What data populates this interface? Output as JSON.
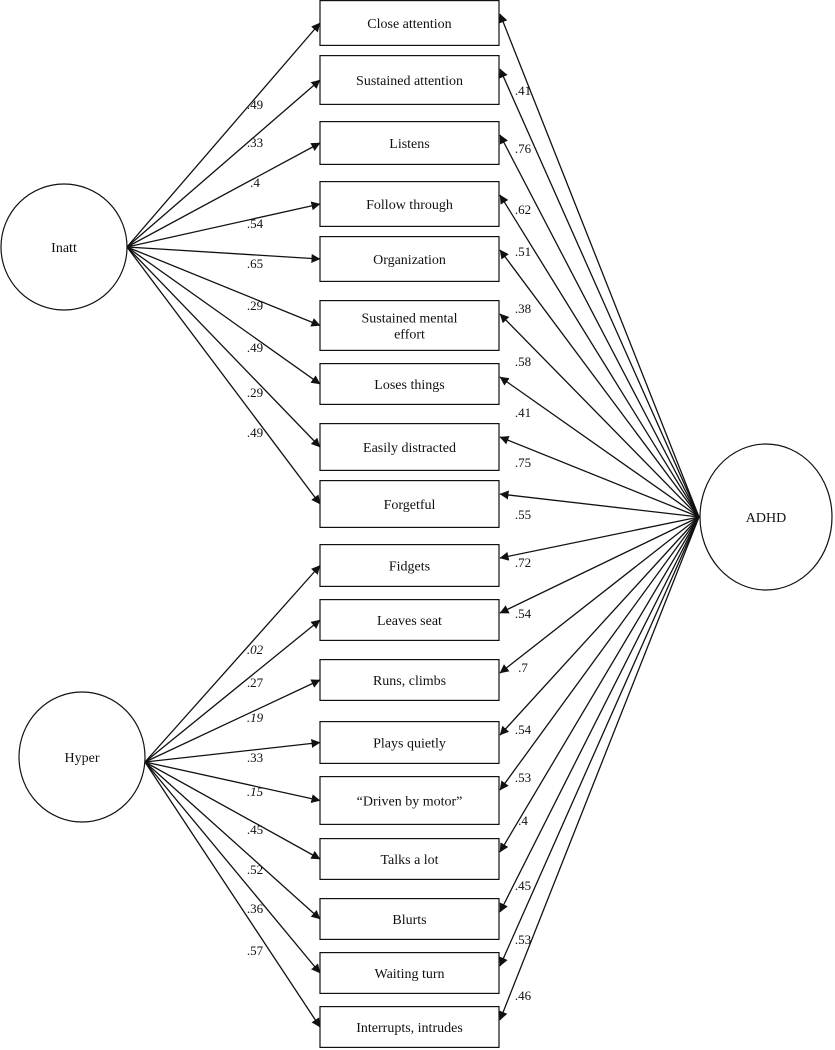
{
  "latents": {
    "inatt": "Inatt",
    "hyper": "Hyper",
    "adhd": "ADHD"
  },
  "items": [
    "Close attention",
    "Sustained attention",
    "Listens",
    "Follow through",
    "Organization",
    [
      "Sustained mental",
      "effort"
    ],
    "Loses things",
    "Easily distracted",
    "Forgetful",
    "Fidgets",
    "Leaves seat",
    "Runs, climbs",
    "Plays quietly",
    "“Driven by motor”",
    "Talks a lot",
    "Blurts",
    "Waiting turn",
    "Interrupts, intrudes"
  ],
  "inatt_loadings": [
    ".49",
    ".33",
    ".4",
    ".54",
    ".65",
    ".29",
    ".49",
    ".29",
    ".49"
  ],
  "hyper_loadings": [
    {
      "value": ".02",
      "italic": true
    },
    {
      "value": ".27",
      "italic": false
    },
    {
      "value": ".19",
      "italic": true
    },
    {
      "value": ".33",
      "italic": false
    },
    {
      "value": ".15",
      "italic": true
    },
    {
      "value": ".45",
      "italic": false
    },
    {
      "value": ".52",
      "italic": false
    },
    {
      "value": ".36",
      "italic": false
    },
    {
      "value": ".57",
      "italic": false
    }
  ],
  "adhd_loadings": [
    ".41",
    ".76",
    ".62",
    ".51",
    ".38",
    ".58",
    ".41",
    ".75",
    ".55",
    ".72",
    ".54",
    ".7",
    ".54",
    ".53",
    ".4",
    ".45",
    ".53",
    ".46"
  ]
}
